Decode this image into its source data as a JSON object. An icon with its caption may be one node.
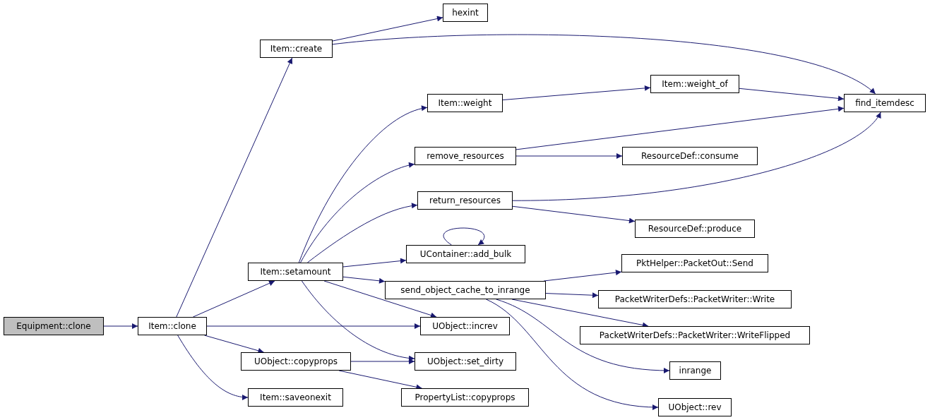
{
  "diagram": {
    "nodes": [
      {
        "text": [
          "Equipment::clone"
        ]
      },
      {
        "text": [
          "Item::clone"
        ]
      },
      {
        "text": [
          "Item::create"
        ]
      },
      {
        "text": [
          "hexint"
        ]
      },
      {
        "text": [
          "find_itemdesc"
        ]
      },
      {
        "text": [
          "Item::setamount"
        ]
      },
      {
        "text": [
          "Item::weight"
        ]
      },
      {
        "text": [
          "Item::weight_of"
        ]
      },
      {
        "text": [
          "remove_resources"
        ]
      },
      {
        "text": [
          "ResourceDef::consume"
        ]
      },
      {
        "text": [
          "return_resources"
        ]
      },
      {
        "text": [
          "ResourceDef::produce"
        ]
      },
      {
        "text": [
          "UContainer::add_bulk"
        ]
      },
      {
        "text": [
          "send_object_cache_to_inrange"
        ]
      },
      {
        "text": [
          "PktHelper::PacketOut::Send"
        ]
      },
      {
        "text": [
          "PacketWriterDefs::PacketWriter::Write"
        ]
      },
      {
        "text": [
          "PacketWriterDefs::PacketWriter::WriteFlipped"
        ]
      },
      {
        "text": [
          "inrange"
        ]
      },
      {
        "text": [
          "UObject::rev"
        ]
      },
      {
        "text": [
          "UObject::increv"
        ]
      },
      {
        "text": [
          "UObject::set_dirty"
        ]
      },
      {
        "text": [
          "UObject::copyprops"
        ]
      },
      {
        "text": [
          "Item::saveonexit"
        ]
      },
      {
        "text": [
          "PropertyList::copyprops"
        ]
      }
    ],
    "edges": [
      {
        "from": 0,
        "to": 1,
        "arrow": "to"
      },
      {
        "from": 1,
        "to": 2,
        "arrow": "to"
      },
      {
        "from": 1,
        "to": 5,
        "arrow": "to"
      },
      {
        "from": 1,
        "to": 19,
        "arrow": "to"
      },
      {
        "from": 1,
        "to": 21,
        "arrow": "to"
      },
      {
        "from": 1,
        "to": 22,
        "arrow": "to"
      },
      {
        "from": 2,
        "to": 3,
        "arrow": "to"
      },
      {
        "from": 2,
        "to": 4,
        "arrow": "to"
      },
      {
        "from": 5,
        "to": 6,
        "arrow": "to"
      },
      {
        "from": 5,
        "to": 8,
        "arrow": "to"
      },
      {
        "from": 5,
        "to": 10,
        "arrow": "to"
      },
      {
        "from": 5,
        "to": 12,
        "arrow": "to"
      },
      {
        "from": 5,
        "to": 13,
        "arrow": "to"
      },
      {
        "from": 5,
        "to": 19,
        "arrow": "to"
      },
      {
        "from": 5,
        "to": 20,
        "arrow": "to"
      },
      {
        "from": 6,
        "to": 7,
        "arrow": "to"
      },
      {
        "from": 7,
        "to": 4,
        "arrow": "to"
      },
      {
        "from": 8,
        "to": 4,
        "arrow": "to"
      },
      {
        "from": 8,
        "to": 9,
        "arrow": "to"
      },
      {
        "from": 10,
        "to": 4,
        "arrow": "to"
      },
      {
        "from": 10,
        "to": 11,
        "arrow": "to"
      },
      {
        "from": 12,
        "to": 12,
        "arrow": "to"
      },
      {
        "from": 13,
        "to": 14,
        "arrow": "to"
      },
      {
        "from": 13,
        "to": 15,
        "arrow": "to"
      },
      {
        "from": 13,
        "to": 16,
        "arrow": "to"
      },
      {
        "from": 13,
        "to": 17,
        "arrow": "to"
      },
      {
        "from": 13,
        "to": 18,
        "arrow": "to"
      },
      {
        "from": 21,
        "to": 20,
        "arrow": "to"
      },
      {
        "from": 21,
        "to": 23,
        "arrow": "to"
      }
    ]
  }
}
